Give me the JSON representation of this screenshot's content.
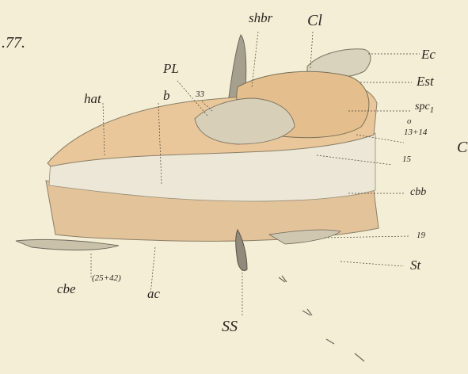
{
  "figure": {
    "title": ".77.",
    "colors": {
      "paper": "#f4eed6",
      "flesh": "#e9c79a",
      "shell": "#d9d2bd",
      "shadow": "#b5ad97",
      "ink": "#2b2620",
      "blue": "#7c8aa3"
    },
    "labels": {
      "shbr": "shbr",
      "cl": "Cl",
      "ec": "Ec",
      "pl": "PL",
      "est": "Est",
      "spc": "spc",
      "spc_sub": "1",
      "hat": "hat",
      "b": "b",
      "n33": "33",
      "o": "o",
      "n13_14": "13+14",
      "c_right": "C",
      "n15": "15",
      "cbb": "cbb",
      "n19": "19",
      "st": "St",
      "cbe": "cbe",
      "n25_42": "(25+42)",
      "ac": "ac",
      "ss": "SS"
    }
  }
}
